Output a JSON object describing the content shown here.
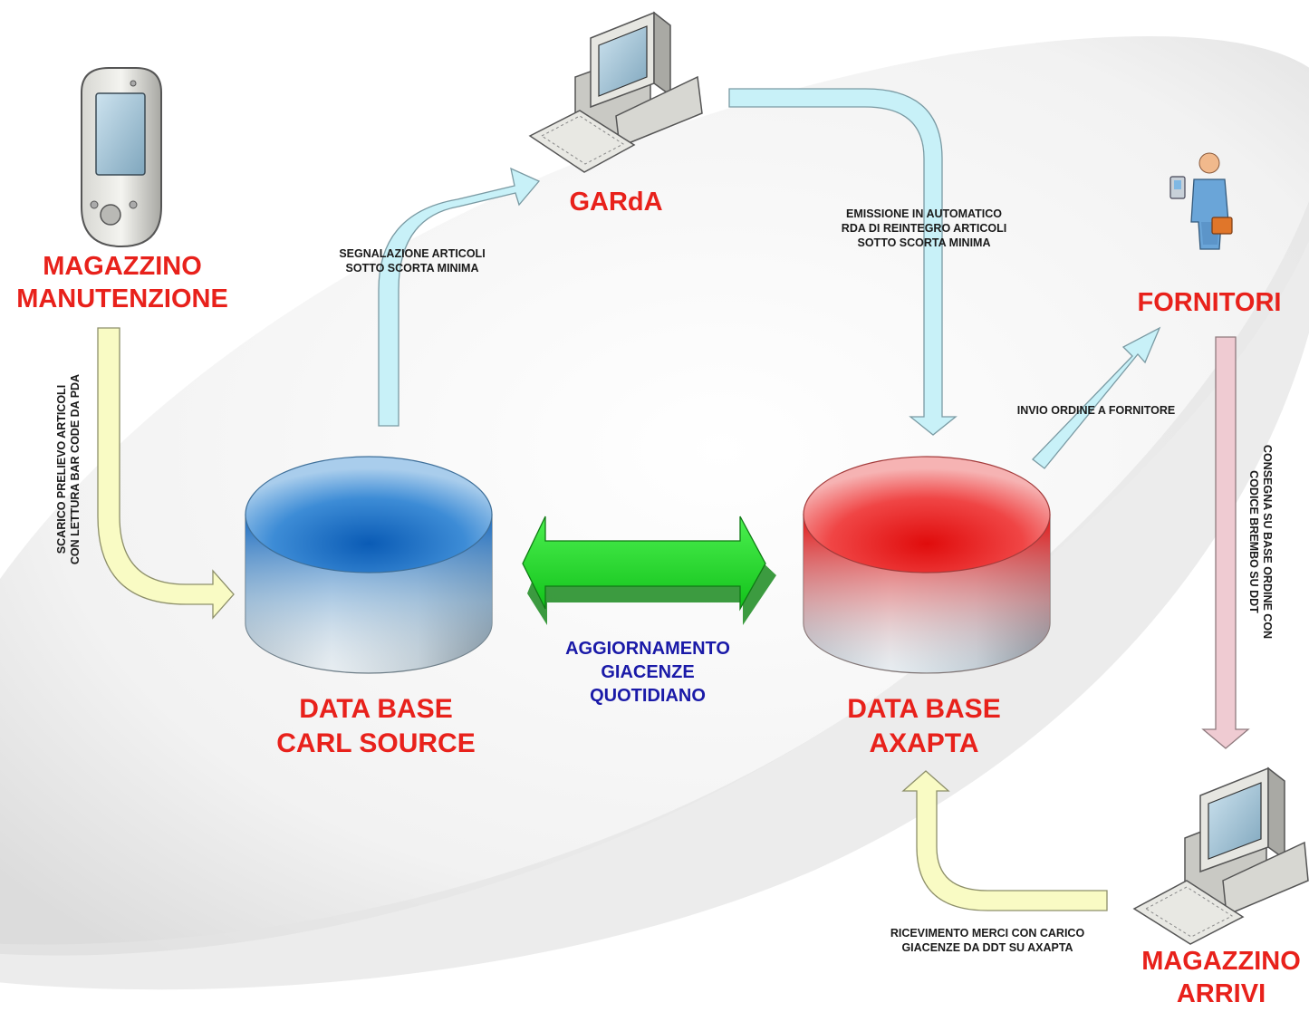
{
  "nodes": {
    "magazzino_manutenzione": [
      "MAGAZZINO",
      "MANUTENZIONE"
    ],
    "garda": "GARdA",
    "fornitori": "FORNITORI",
    "db_carl": [
      "DATA BASE",
      "CARL SOURCE"
    ],
    "db_axapta": [
      "DATA BASE",
      "AXAPTA"
    ],
    "magazzino_arrivi": [
      "MAGAZZINO",
      "ARRIVI"
    ]
  },
  "edges": {
    "segnalazione": [
      "SEGNALAZIONE ARTICOLI",
      "SOTTO SCORTA MINIMA"
    ],
    "emissione": [
      "EMISSIONE IN AUTOMATICO",
      "RDA DI REINTEGRO ARTICOLI",
      "SOTTO SCORTA MINIMA"
    ],
    "invio_ordine": "INVIO ORDINE A FORNITORE",
    "scarico": [
      "SCARICO PRELIEVO ARTICOLI",
      "CON LETTURA BAR CODE DA PDA"
    ],
    "consegna": [
      "CONSEGNA SU BASE ORDINE CON",
      "CODICE BREMBO SU DDT"
    ],
    "ricevimento": [
      "RICEVIMENTO MERCI CON CARICO",
      "GIACENZE DA DDT SU AXAPTA"
    ],
    "aggiornamento": [
      "AGGIORNAMENTO",
      "GIACENZE",
      "QUOTIDIANO"
    ]
  },
  "colors": {
    "title_red": "#e8211b",
    "title_blue": "#1a1aa8",
    "arrow_cyan": "#c8f1f8",
    "arrow_yellow": "#f9fbc4",
    "arrow_pink": "#efcbd2",
    "arrow_green": "#22d62a",
    "db_blue": "#1e6fc4",
    "db_red": "#e81818"
  }
}
